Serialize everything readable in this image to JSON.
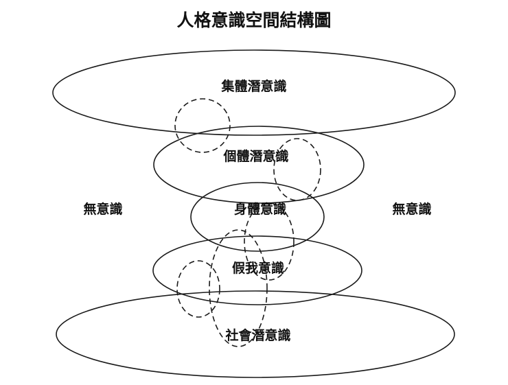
{
  "title": "人格意識空間結構圖",
  "diagram": {
    "layers": [
      {
        "label": "集體潛意識"
      },
      {
        "label": "個體潛意識"
      },
      {
        "label": "身體意識"
      },
      {
        "label": "假我意識"
      },
      {
        "label": "社會潛意識"
      }
    ],
    "side_labels": {
      "left": "無意識",
      "right": "無意識"
    }
  },
  "colors": {
    "stroke": "#1a1a1a",
    "background": "#ffffff",
    "text": "#111111"
  }
}
